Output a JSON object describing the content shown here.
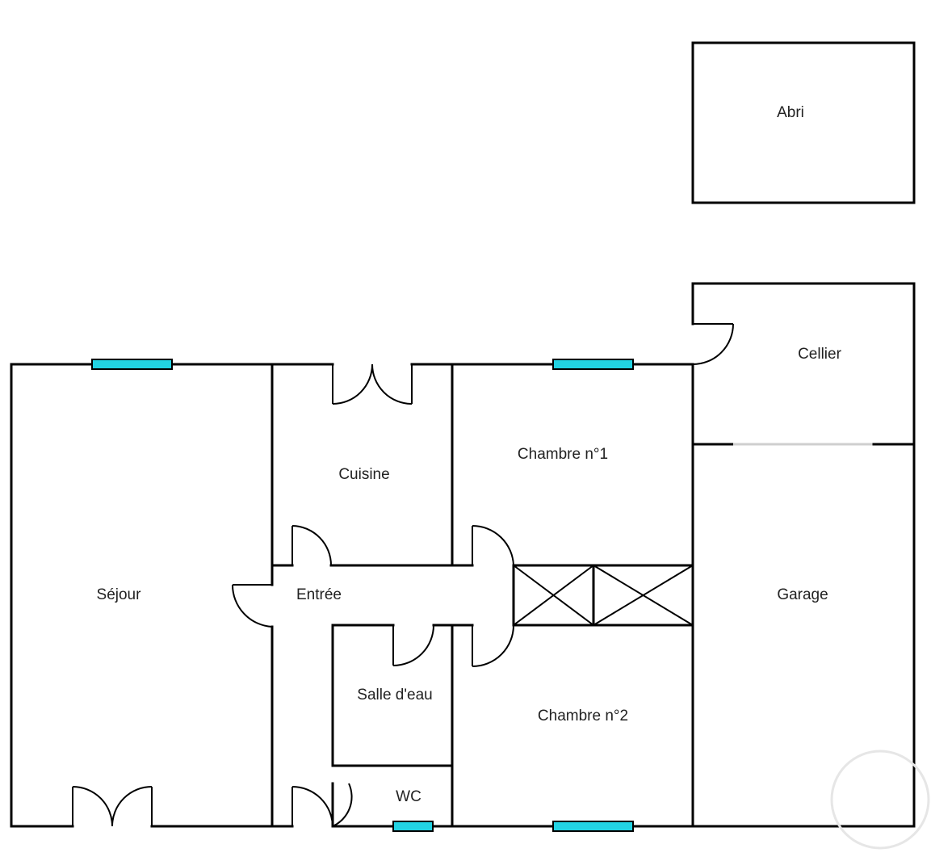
{
  "rooms": {
    "abri": "Abri",
    "cellier": "Cellier",
    "cuisine": "Cuisine",
    "chambre1": "Chambre n°1",
    "sejour": "Séjour",
    "entree": "Entrée",
    "garage": "Garage",
    "salle_eau": "Salle d'eau",
    "chambre2": "Chambre n°2",
    "wc": "WC"
  },
  "colors": {
    "walls": "#000000",
    "windows": "#22d3e3",
    "background": "#ffffff"
  }
}
